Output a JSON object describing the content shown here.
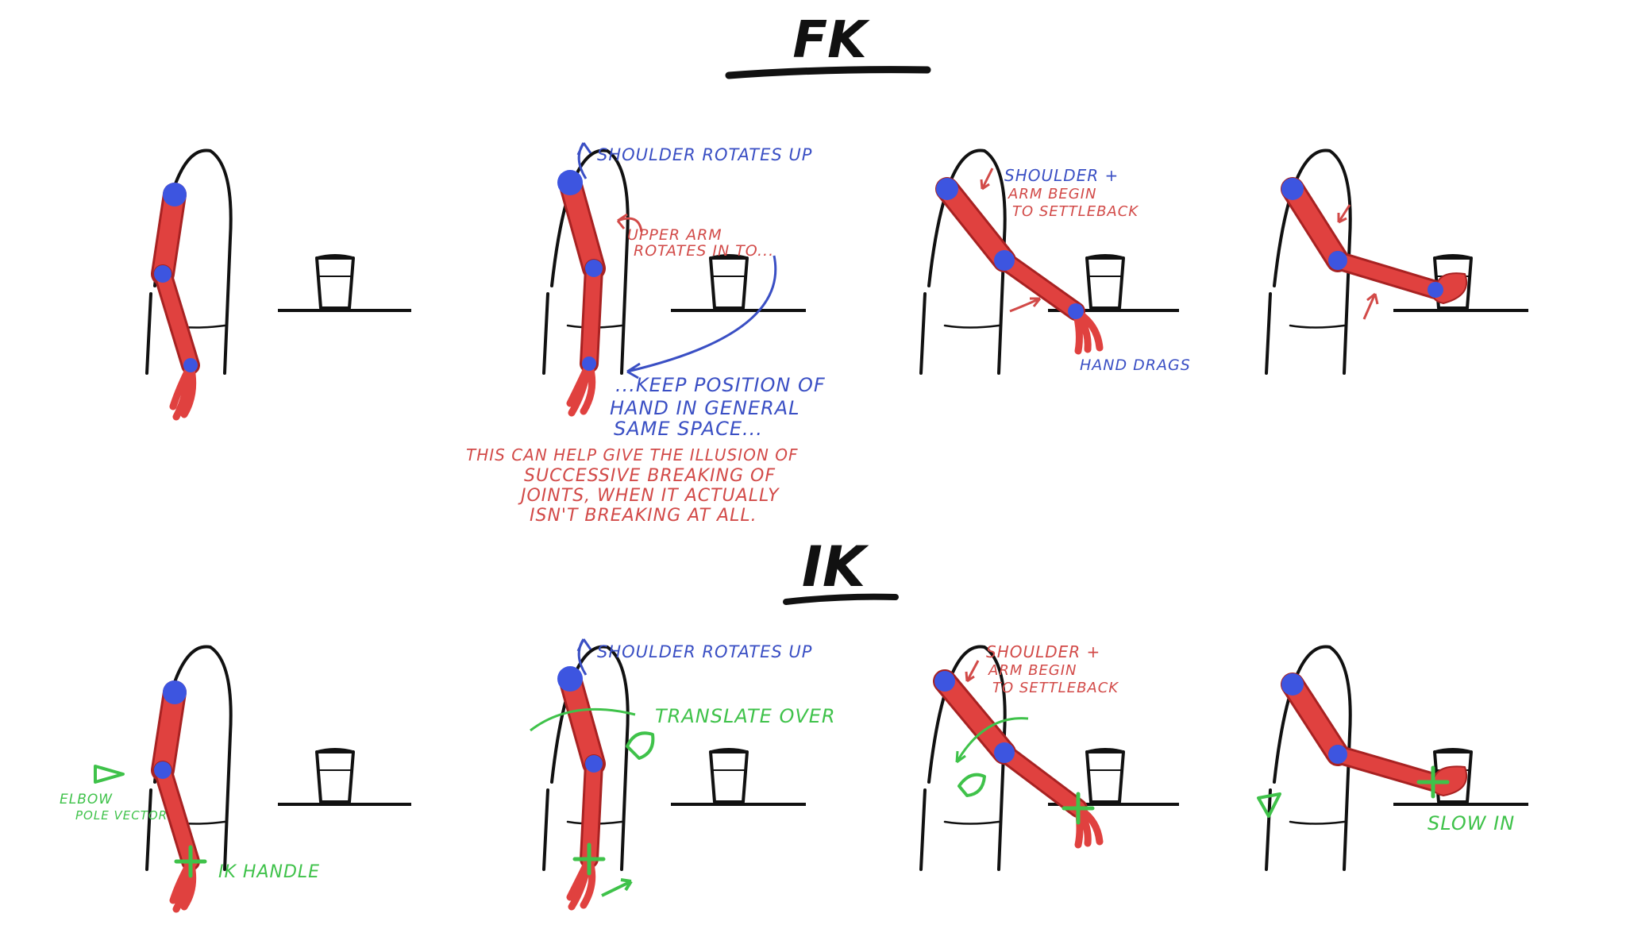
{
  "colors": {
    "ink": "#111111",
    "arm": "#e0413f",
    "arm_outline": "#a82222",
    "joint": "#3d55e0",
    "blue_note": "#3a4fc4",
    "red_note": "#d24a48",
    "green_note": "#3fc24a"
  },
  "titles": {
    "fk": "FK",
    "ik": "IK"
  },
  "fk": {
    "note_shoulder_up": "SHOULDER ROTATES UP",
    "note_upper_arm_1": "UPPER ARM",
    "note_upper_arm_2": "ROTATES IN TO...",
    "note_keep_1": "...KEEP POSITION OF",
    "note_keep_2": "HAND IN GENERAL",
    "note_keep_3": "SAME SPACE...",
    "note_illusion_1": "THIS CAN HELP GIVE THE ILLUSION OF",
    "note_illusion_2": "SUCCESSIVE BREAKING OF",
    "note_illusion_3": "JOINTS, WHEN IT ACTUALLY",
    "note_illusion_4": "ISN'T BREAKING AT ALL.",
    "note_settle_1": "SHOULDER +",
    "note_settle_2": "ARM BEGIN",
    "note_settle_3": "TO SETTLEBACK",
    "note_hand_drags": "HAND DRAGS"
  },
  "ik": {
    "note_shoulder_up": "SHOULDER ROTATES UP",
    "note_elbow_1": "ELBOW",
    "note_elbow_2": "POLE VECTOR",
    "note_ik_handle": "IK HANDLE",
    "note_translate": "TRANSLATE OVER",
    "note_settle_1": "SHOULDER +",
    "note_settle_2": "ARM BEGIN",
    "note_settle_3": "TO SETTLEBACK",
    "note_slow_in": "SLOW IN"
  }
}
